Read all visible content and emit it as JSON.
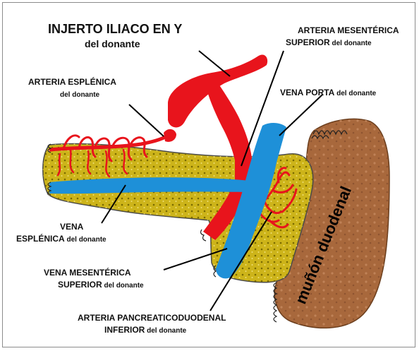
{
  "colors": {
    "artery": "#e8141c",
    "vein": "#1e90d8",
    "pancreas": "#cdb41a",
    "pancreas_dots": "#7a6a00",
    "duodenum": "#a8683c",
    "duodenum_edge": "#6a3d1c",
    "line": "#000000",
    "frame": "#8c8c8c"
  },
  "labels": {
    "graft_title": "INJERTO ILIACO EN Y",
    "graft_sub": "del donante",
    "sma_line1": "ARTERIA MESENTÉRICA",
    "sma_line2_bold": "SUPERIOR",
    "sma_line2_rest": " del donante",
    "splenic_artery_line1": "ARTERIA ESPLÉNICA",
    "splenic_artery_line2": "del donante",
    "portal_vein_bold": "VENA PORTA",
    "portal_vein_rest": " del donante",
    "splenic_vein_line1": "VENA",
    "splenic_vein_bold": "ESPLÉNICA",
    "splenic_vein_rest": " del donante",
    "smv_line1": "VENA MESENTÉRICA",
    "smv_line2_bold": "SUPERIOR",
    "smv_line2_rest": " del donante",
    "pda_line1": "ARTERIA PANCREATICODUODENAL",
    "pda_line2_bold": "INFERIOR",
    "pda_line2_rest": " del donante",
    "duodenum": "muñón duodenal"
  }
}
